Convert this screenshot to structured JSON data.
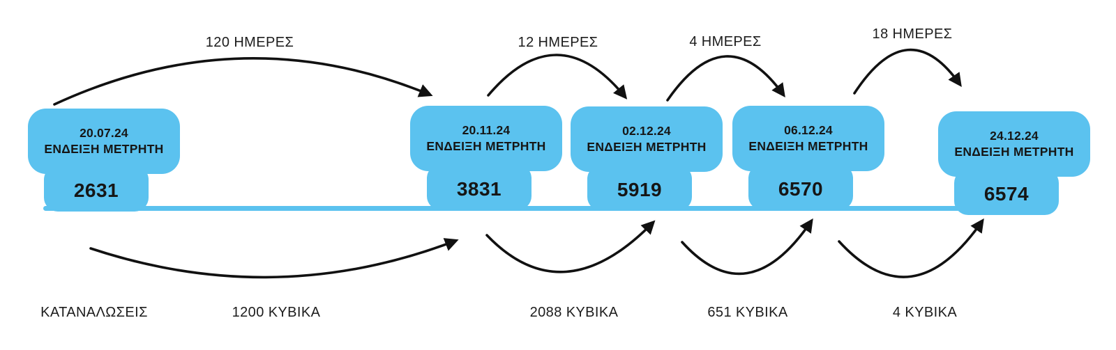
{
  "diagram": {
    "accent_blue": "#5bc2ef",
    "arrow_color": "#111111",
    "background": "#ffffff",
    "consumption_axis_label": "ΚΑΤΑΝΑΛΩΣΕΙΣ"
  },
  "meters": [
    {
      "date": "20.07.24",
      "label": "ΕΝΔΕΙΞΗ ΜΕΤΡΗΤΗ",
      "value": "2631"
    },
    {
      "date": "20.11.24",
      "label": "ΕΝΔΕΙΞΗ ΜΕΤΡΗΤΗ",
      "value": "3831"
    },
    {
      "date": "02.12.24",
      "label": "ΕΝΔΕΙΞΗ ΜΕΤΡΗΤΗ",
      "value": "5919"
    },
    {
      "date": "06.12.24",
      "label": "ΕΝΔΕΙΞΗ ΜΕΤΡΗΤΗ",
      "value": "6570"
    },
    {
      "date": "24.12.24",
      "label": "ΕΝΔΕΙΞΗ ΜΕΤΡΗΤΗ",
      "value": "6574"
    }
  ],
  "intervals_days": [
    {
      "label": "120 ΗΜΕΡΕΣ"
    },
    {
      "label": "12 ΗΜΕΡΕΣ"
    },
    {
      "label": "4 ΗΜΕΡΕΣ"
    },
    {
      "label": "18 ΗΜΕΡΕΣ"
    }
  ],
  "consumptions": [
    {
      "label": "1200 ΚΥΒΙΚΑ"
    },
    {
      "label": "2088 ΚΥΒΙΚΑ"
    },
    {
      "label": "651 ΚΥΒΙΚΑ"
    },
    {
      "label": "4 ΚΥΒΙΚΑ"
    }
  ]
}
